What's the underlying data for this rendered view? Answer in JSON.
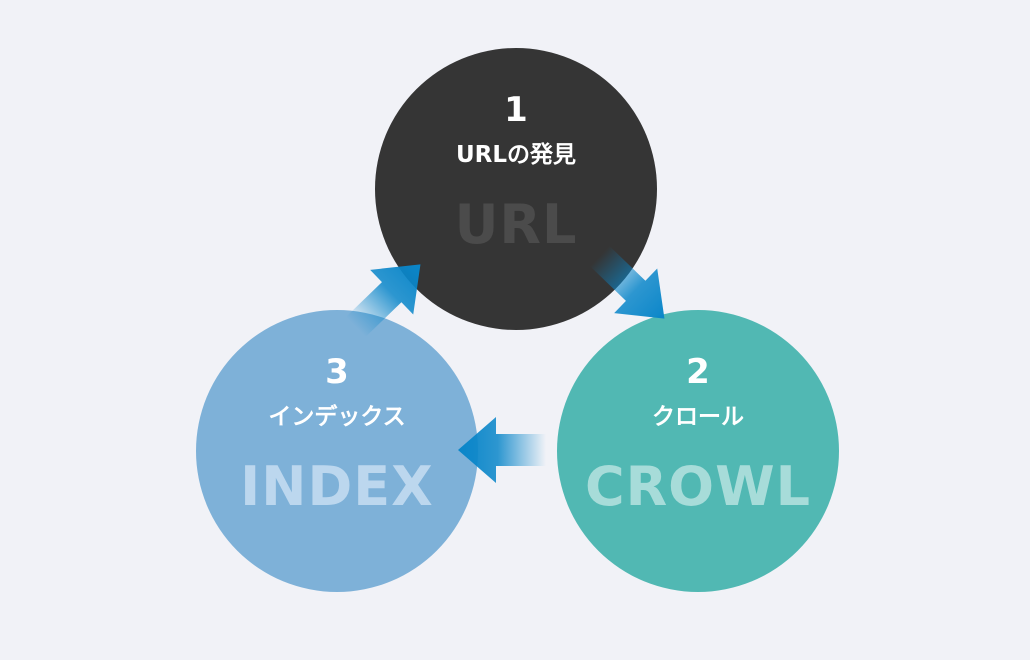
{
  "colors": {
    "background": "#f1f2f7",
    "url_circle": "#353535",
    "crawl_circle": "#51b8b3",
    "index_circle": "#7eb1d8",
    "arrow": "#0a86c9"
  },
  "steps": [
    {
      "number": "1",
      "label": "URLの発見",
      "word": "URL"
    },
    {
      "number": "2",
      "label": "クロール",
      "word": "CROWL"
    },
    {
      "number": "3",
      "label": "インデックス",
      "word": "INDEX"
    }
  ],
  "arrows": [
    {
      "from": "1",
      "to": "2",
      "icon": "arrow-right-down-icon"
    },
    {
      "from": "2",
      "to": "3",
      "icon": "arrow-left-icon"
    },
    {
      "from": "3",
      "to": "1",
      "icon": "arrow-up-right-icon"
    }
  ]
}
